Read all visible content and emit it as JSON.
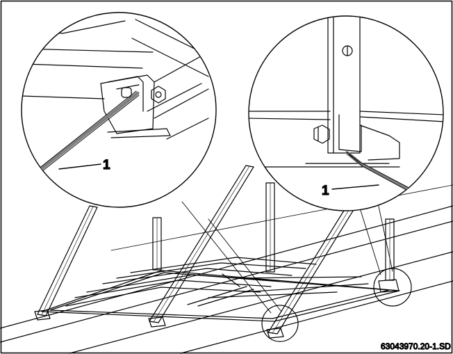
{
  "figure": {
    "detail_left": {
      "callout": "1"
    },
    "detail_right": {
      "callout": "1"
    },
    "reference_code": "63043970.20-1.SD"
  },
  "colors": {
    "line": "#000000",
    "grounding_strap": "#808080",
    "background": "#ffffff"
  }
}
